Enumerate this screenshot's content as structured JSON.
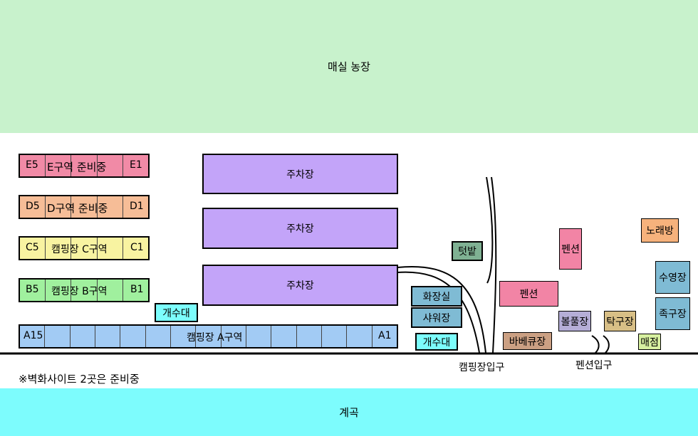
{
  "zones": {
    "farm": "매실 농장",
    "valley": "계곡"
  },
  "colors": {
    "farm": "#c8f2cc",
    "valley": "#7dfcfd",
    "E": "#f18aa6",
    "D": "#f6bd97",
    "C": "#f8f3a1",
    "B": "#a0f09e",
    "A": "#a2cbf4",
    "parking": "#c3a4f9",
    "facility": "#7fbbd4",
    "sink": "#7cfdfc",
    "field": "#7fb193",
    "pension": "#f284a5",
    "karaoke": "#f6b27c",
    "bbq": "#cba083",
    "bowling": "#b5aed7",
    "pingpong": "#d8bf86",
    "store": "#d7f0a0"
  },
  "sites": {
    "e": {
      "left": "E5",
      "center": "E구역 준비중",
      "right": "E1"
    },
    "d": {
      "left": "D5",
      "center": "D구역 준비중",
      "right": "D1"
    },
    "c": {
      "left": "C5",
      "center": "캠핑장 C구역",
      "right": "C1"
    },
    "b": {
      "left": "B5",
      "center": "캠핑장 B구역",
      "right": "B1"
    },
    "a": {
      "left": "A15",
      "center": "캠핑장 A구역",
      "right": "A1"
    }
  },
  "parking": {
    "label": "주차장"
  },
  "facilities": {
    "sink_left": "개수대",
    "sink_right": "개수대",
    "restroom": "화장실",
    "shower": "샤워장",
    "field": "텃밭",
    "pension_tall": "펜션",
    "pension_wide": "펜션",
    "karaoke": "노래방",
    "pool": "수영장",
    "foot_volleyball": "족구장",
    "bbq": "바베큐장",
    "bowling": "볼풀장",
    "pingpong": "탁구장",
    "store": "매점"
  },
  "entrances": {
    "camping": "캠핑장입구",
    "pension": "펜션입구"
  },
  "note": "※벽화사이트 2곳은 준비중"
}
